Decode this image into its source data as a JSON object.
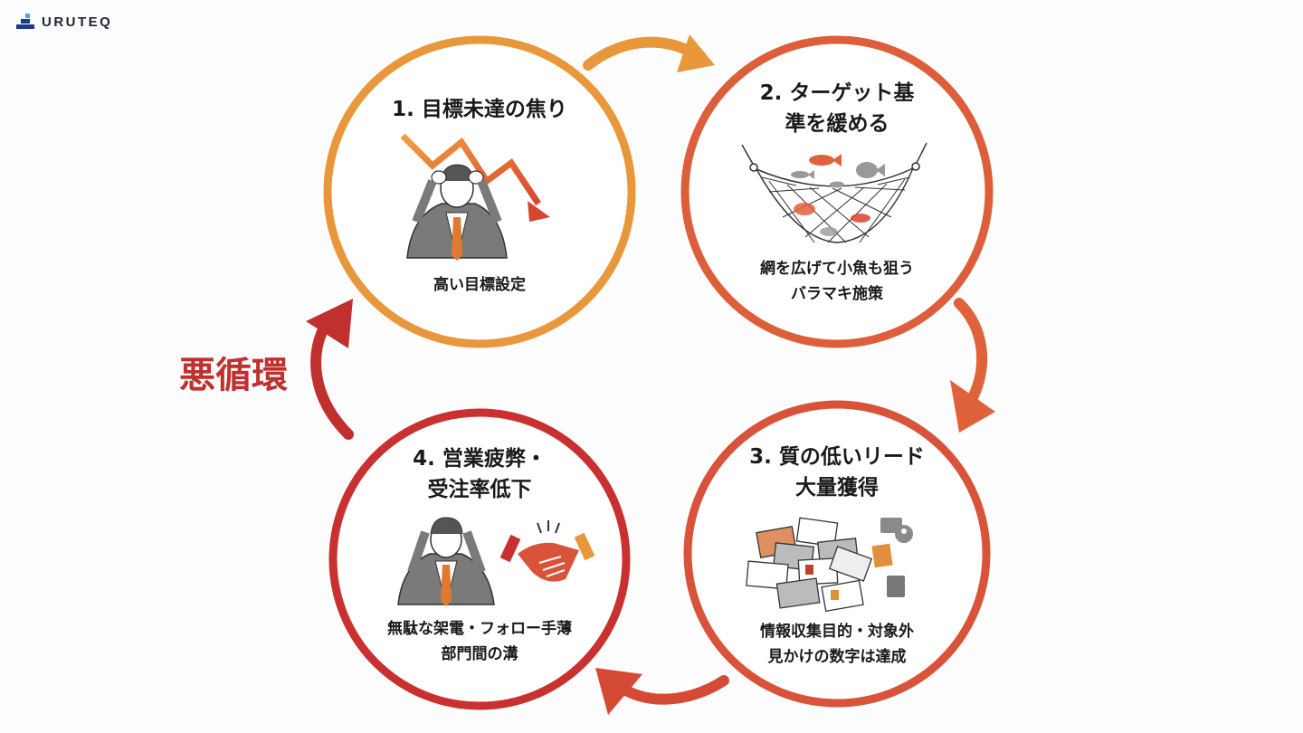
{
  "brand": {
    "name": "URUTEQ",
    "logo_color": "#1d3b8c",
    "logo_accent": "#4aa3e8"
  },
  "cycle_label": "悪循環",
  "steps": [
    {
      "title_lines": [
        "1. 目標未達の焦り"
      ],
      "caption_lines": [
        "高い目標設定"
      ],
      "color": "#e8973a",
      "icon": "stressed-man-with-falling-chart-icon"
    },
    {
      "title_lines": [
        "2. ターゲット基",
        "準を緩める"
      ],
      "caption_lines": [
        "網を広げて小魚も狙う",
        "バラマキ施策"
      ],
      "color": "#dd5e3a",
      "icon": "fishing-net-icon"
    },
    {
      "title_lines": [
        "3. 質の低いリード",
        "大量獲得"
      ],
      "caption_lines": [
        "情報収集目的・対象外",
        "見かけの数字は達成"
      ],
      "color": "#d9523a",
      "icon": "business-cards-pile-icon"
    },
    {
      "title_lines": [
        "4. 営業疲弊・",
        "受注率低下"
      ],
      "caption_lines": [
        "無駄な架電・フォロー手薄",
        "部門間の溝"
      ],
      "color": "#c8312f",
      "icon": "exhausted-man-and-handshake-icon"
    }
  ],
  "arrows": [
    {
      "from": 1,
      "to": 2,
      "color": "#e8973a"
    },
    {
      "from": 2,
      "to": 3,
      "color": "#e0623a"
    },
    {
      "from": 3,
      "to": 4,
      "color": "#d44a34"
    },
    {
      "from": 4,
      "to": 1,
      "color": "#c0302e"
    }
  ]
}
